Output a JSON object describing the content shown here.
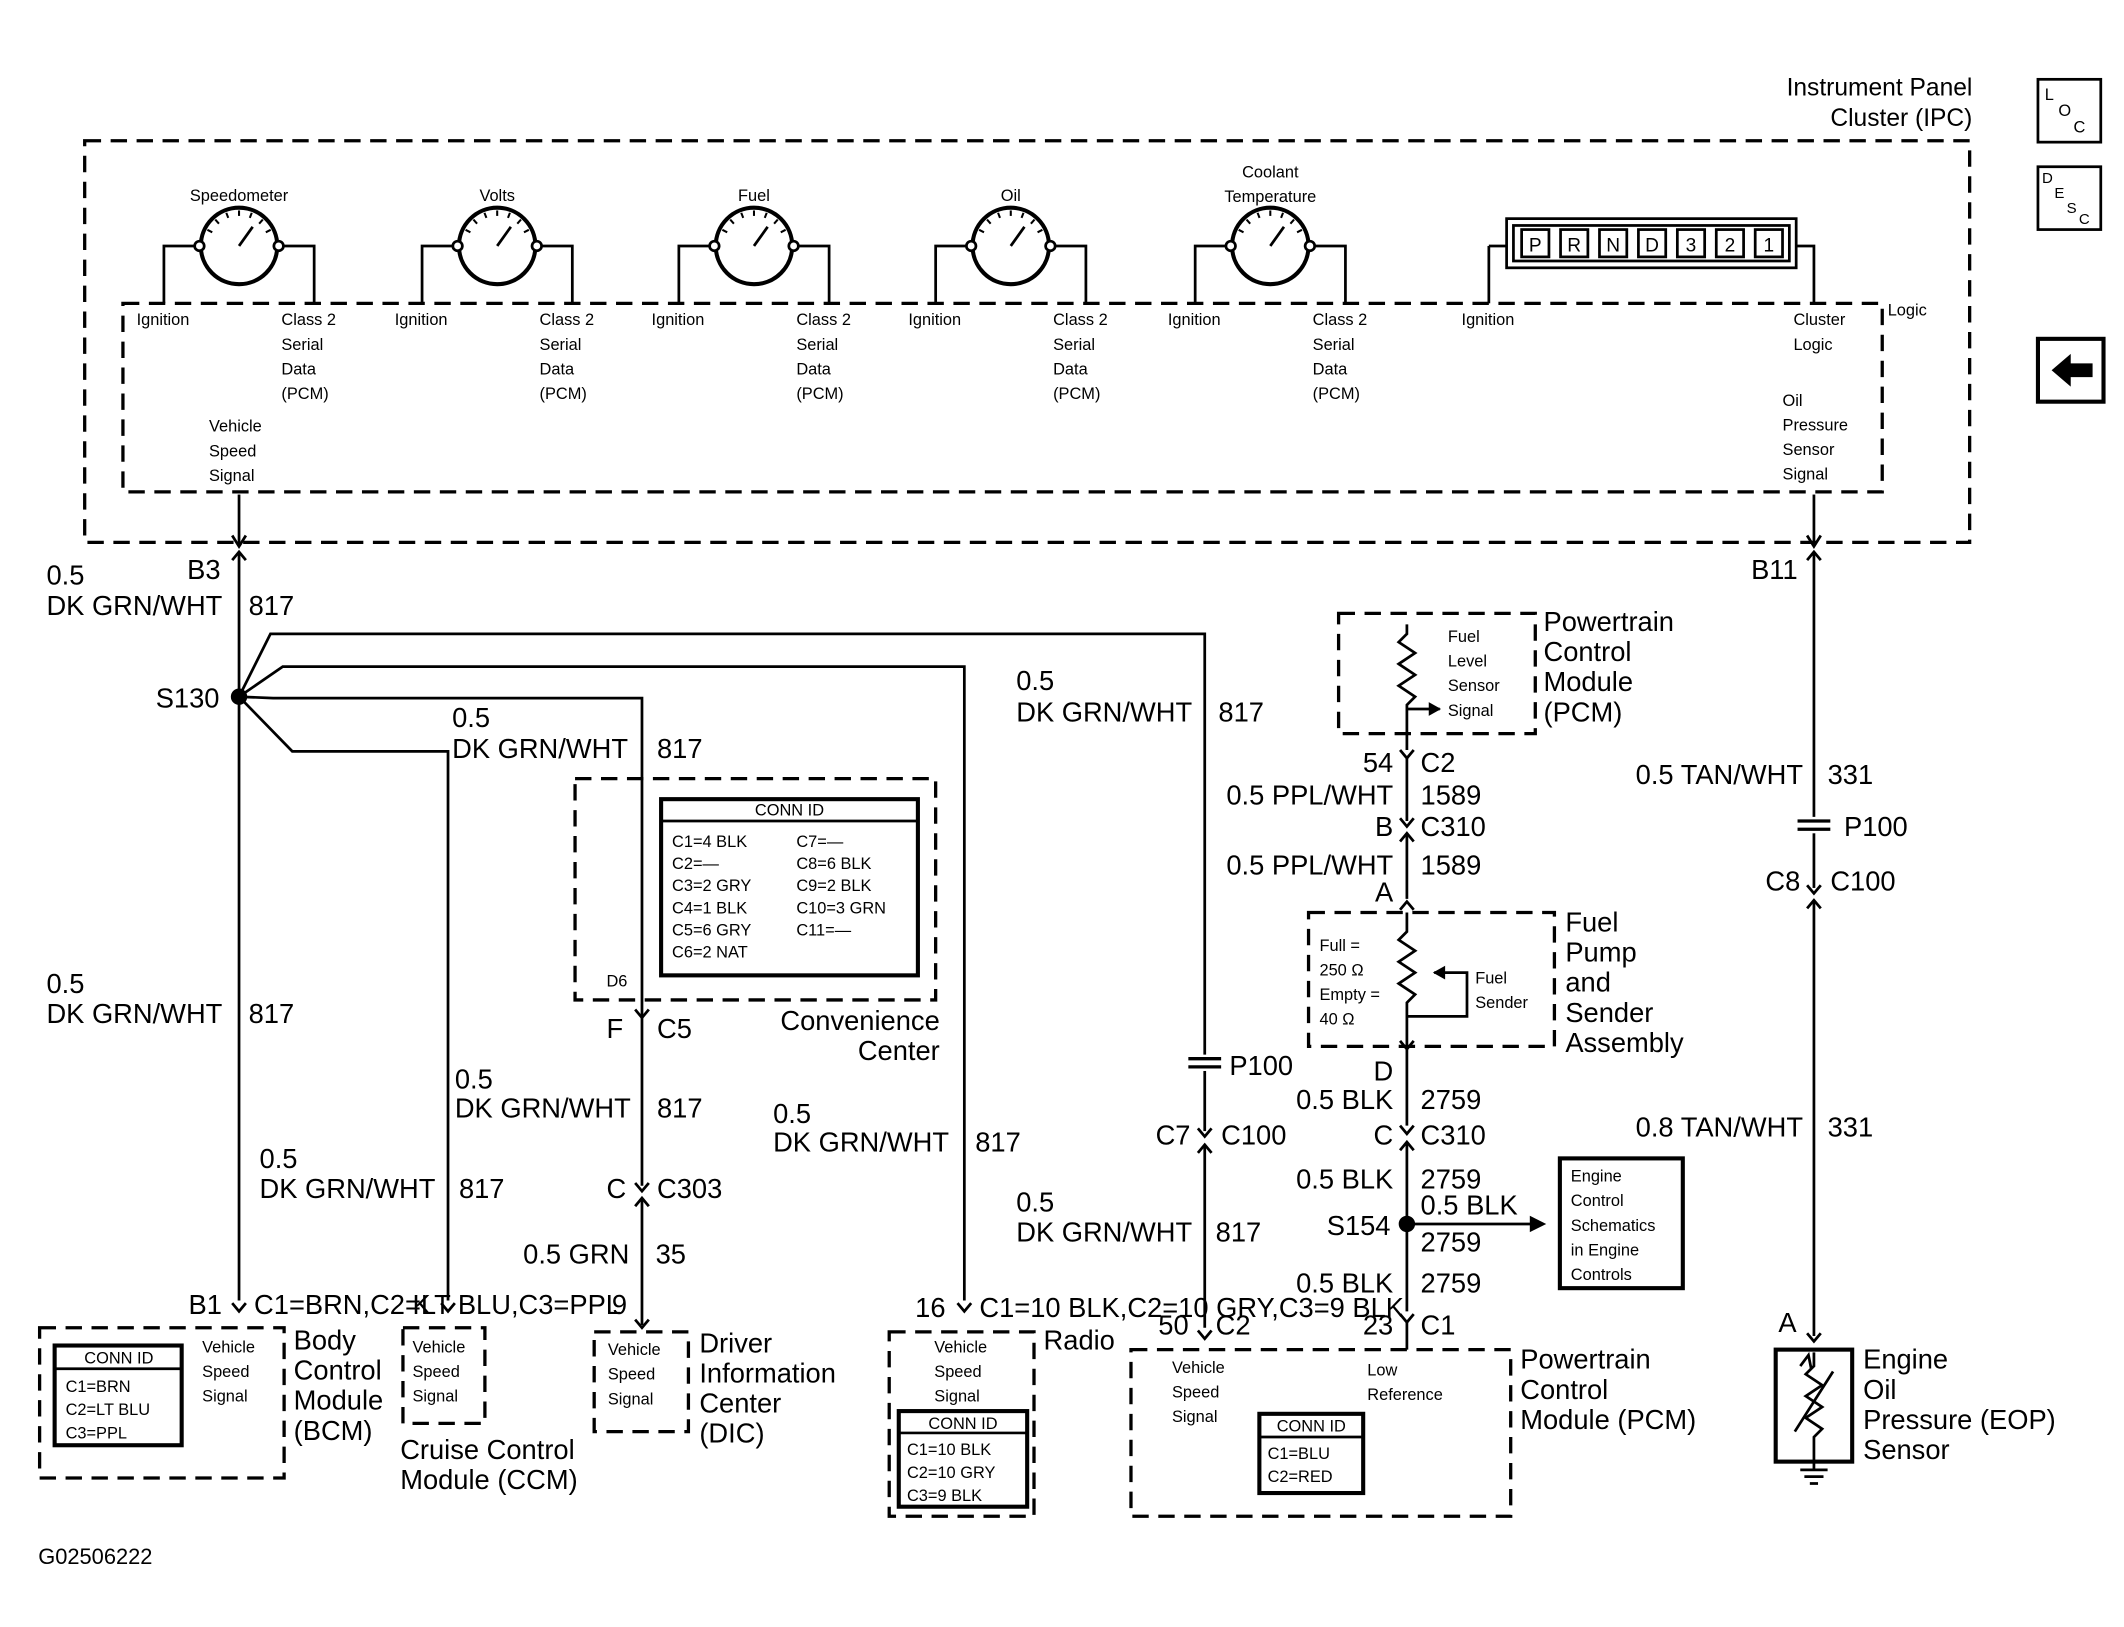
{
  "figure_id": "G02506222",
  "nav": {
    "loc": [
      "L",
      "O",
      "C"
    ],
    "desc": [
      "D",
      "E",
      "S",
      "C"
    ],
    "back": "←"
  },
  "ipc": {
    "title": [
      "Instrument Panel",
      "Cluster (IPC)"
    ],
    "logic_label": "Logic",
    "gauges": [
      {
        "name": [
          "Speedometer"
        ],
        "left": [
          "Ignition"
        ],
        "right": [
          "Class 2",
          "Serial",
          "Data",
          "(PCM)"
        ]
      },
      {
        "name": [
          "Volts"
        ],
        "left": [
          "Ignition"
        ],
        "right": [
          "Class 2",
          "Serial",
          "Data",
          "(PCM)"
        ]
      },
      {
        "name": [
          "Fuel"
        ],
        "left": [
          "Ignition"
        ],
        "right": [
          "Class 2",
          "Serial",
          "Data",
          "(PCM)"
        ]
      },
      {
        "name": [
          "Oil"
        ],
        "left": [
          "Ignition"
        ],
        "right": [
          "Class 2",
          "Serial",
          "Data",
          "(PCM)"
        ]
      },
      {
        "name": [
          "Coolant",
          "Temperature"
        ],
        "left": [
          "Ignition"
        ],
        "right": [
          "Class 2",
          "Serial",
          "Data",
          "(PCM)"
        ]
      }
    ],
    "prnd": [
      "P",
      "R",
      "N",
      "D",
      "3",
      "2",
      "1"
    ],
    "prnd_left": [
      "Ignition"
    ],
    "prnd_right": [
      "Cluster",
      "Logic"
    ],
    "vss_label": [
      "Vehicle",
      "Speed",
      "Signal"
    ],
    "oil_label": [
      "Oil",
      "Pressure",
      "Sensor",
      "Signal"
    ]
  },
  "wires": {
    "b3": "B3",
    "b11": "B11",
    "s130": "S130",
    "w1_gauge": "0.5",
    "w1_color": "DK GRN/WHT",
    "w1_circuit": "817",
    "w_mid_gauge": "0.5",
    "w_mid_color": "DK GRN/WHT",
    "w_mid_circuit": "817",
    "w_conv_gauge": "0.5",
    "w_conv_color": "DK GRN/WHT",
    "w_conv_circuit": "817",
    "w_bcm_gauge": "0.5",
    "w_bcm_color": "DK GRN/WHT",
    "w_bcm_circuit": "817",
    "w_ccm_gauge": "0.5",
    "w_ccm_color": "DK GRN/WHT",
    "w_ccm_circuit": "817",
    "w_ccm2_gauge": "0.5",
    "w_ccm2_color": "DK GRN/WHT",
    "w_ccm2_circuit": "817",
    "w_conv2_gauge": "0.5",
    "w_conv2_color": "DK GRN/WHT",
    "w_conv2_circuit": "817",
    "w_radio_gauge": "0.5",
    "w_radio_color": "DK GRN/WHT",
    "w_radio_circuit": "817",
    "w_p100_gauge": "0.5",
    "w_p100_color": "DK GRN/WHT",
    "w_p100_circuit": "817",
    "w_pcm_gauge": "0.5",
    "w_pcm_color": "DK GRN/WHT",
    "w_pcm_circuit": "817",
    "f_pin": "F",
    "c5": "C5",
    "c_pin": "C",
    "c303": "C303",
    "dic_wire": "0.5 GRN",
    "dic_circuit": "35",
    "p100_mid": "P100",
    "c7": "C7",
    "c100_mid": "C100",
    "c2_54": "54",
    "c2_54_conn": "C2",
    "ppl1": "0.5 PPL/WHT",
    "ppl1_circuit": "1589",
    "b_pin": "B",
    "c310_b": "C310",
    "ppl2": "0.5 PPL/WHT",
    "ppl2_circuit": "1589",
    "a_pin": "A",
    "d_pin": "D",
    "blk1": "0.5 BLK",
    "blk1_circuit": "2759",
    "c_pin2": "C",
    "c310_c": "C310",
    "blk2": "0.5 BLK",
    "blk2_circuit": "2759",
    "s154": "S154",
    "blk3": "0.5 BLK",
    "blk3_circuit": "2759",
    "blk4": "0.5 BLK",
    "blk4_circuit": "2759",
    "tan1": "0.5 TAN/WHT",
    "tan1_circuit": "331",
    "p100_right": "P100",
    "c8": "C8",
    "c100_right": "C100",
    "tan2": "0.8 TAN/WHT",
    "tan2_circuit": "331",
    "a_eop": "A"
  },
  "convenience": {
    "title": [
      "Convenience",
      "Center"
    ],
    "d6": "D6",
    "conn_title": "CONN ID",
    "col1": [
      "C1=4 BLK",
      "C2=—",
      "C3=2 GRY",
      "C4=1 BLK",
      "C5=6 GRY",
      "C6=2 NAT"
    ],
    "col2": [
      "C7=—",
      "C8=6 BLK",
      "C9=2 BLK",
      "C10=3 GRN",
      "C11=—"
    ]
  },
  "pcm_top": {
    "title": [
      "Powertrain",
      "Control",
      "Module",
      "(PCM)"
    ],
    "label": [
      "Fuel",
      "Level",
      "Sensor",
      "Signal"
    ]
  },
  "fuel_pump": {
    "title": [
      "Fuel",
      "Pump",
      "and",
      "Sender",
      "Assembly"
    ],
    "range": [
      "Full =",
      "250 Ω",
      "Empty =",
      "40 Ω"
    ],
    "sender": [
      "Fuel",
      "Sender"
    ]
  },
  "engine_ctrl": [
    "Engine",
    "Control",
    "Schematics",
    "in Engine",
    "Controls"
  ],
  "bcm": {
    "pin": "B1",
    "conn": [
      "C1=BRN",
      "C2=LT BLU",
      "C3=PPL"
    ],
    "title": [
      "Body",
      "Control",
      "Module",
      "(BCM)"
    ],
    "signal": [
      "Vehicle",
      "Speed",
      "Signal"
    ],
    "conn_title": "CONN ID"
  },
  "ccm": {
    "pin": "K",
    "signal": [
      "Vehicle",
      "Speed",
      "Signal"
    ],
    "title": [
      "Cruise Control",
      "Module (CCM)"
    ]
  },
  "dic": {
    "pin": "9",
    "signal": [
      "Vehicle",
      "Speed",
      "Signal"
    ],
    "title": [
      "Driver",
      "Information",
      "Center",
      "(DIC)"
    ]
  },
  "radio": {
    "pin": "16",
    "conn": [
      "C1=10 BLK",
      "C2=10 GRY",
      "C3=9 BLK"
    ],
    "title": "Radio",
    "signal": [
      "Vehicle",
      "Speed",
      "Signal"
    ],
    "conn_title": "CONN ID"
  },
  "pcm_bottom": {
    "pin1": "50",
    "conn1": "C2",
    "pin2": "23",
    "conn2": "C1",
    "title": [
      "Powertrain",
      "Control",
      "Module (PCM)"
    ],
    "signal": [
      "Vehicle",
      "Speed",
      "Signal"
    ],
    "low_ref": [
      "Low",
      "Reference"
    ],
    "conn_title": "CONN ID",
    "conn": [
      "C1=BLU",
      "C2=RED"
    ]
  },
  "eop": {
    "title": [
      "Engine",
      "Oil",
      "Pressure (EOP)",
      "Sensor"
    ]
  }
}
